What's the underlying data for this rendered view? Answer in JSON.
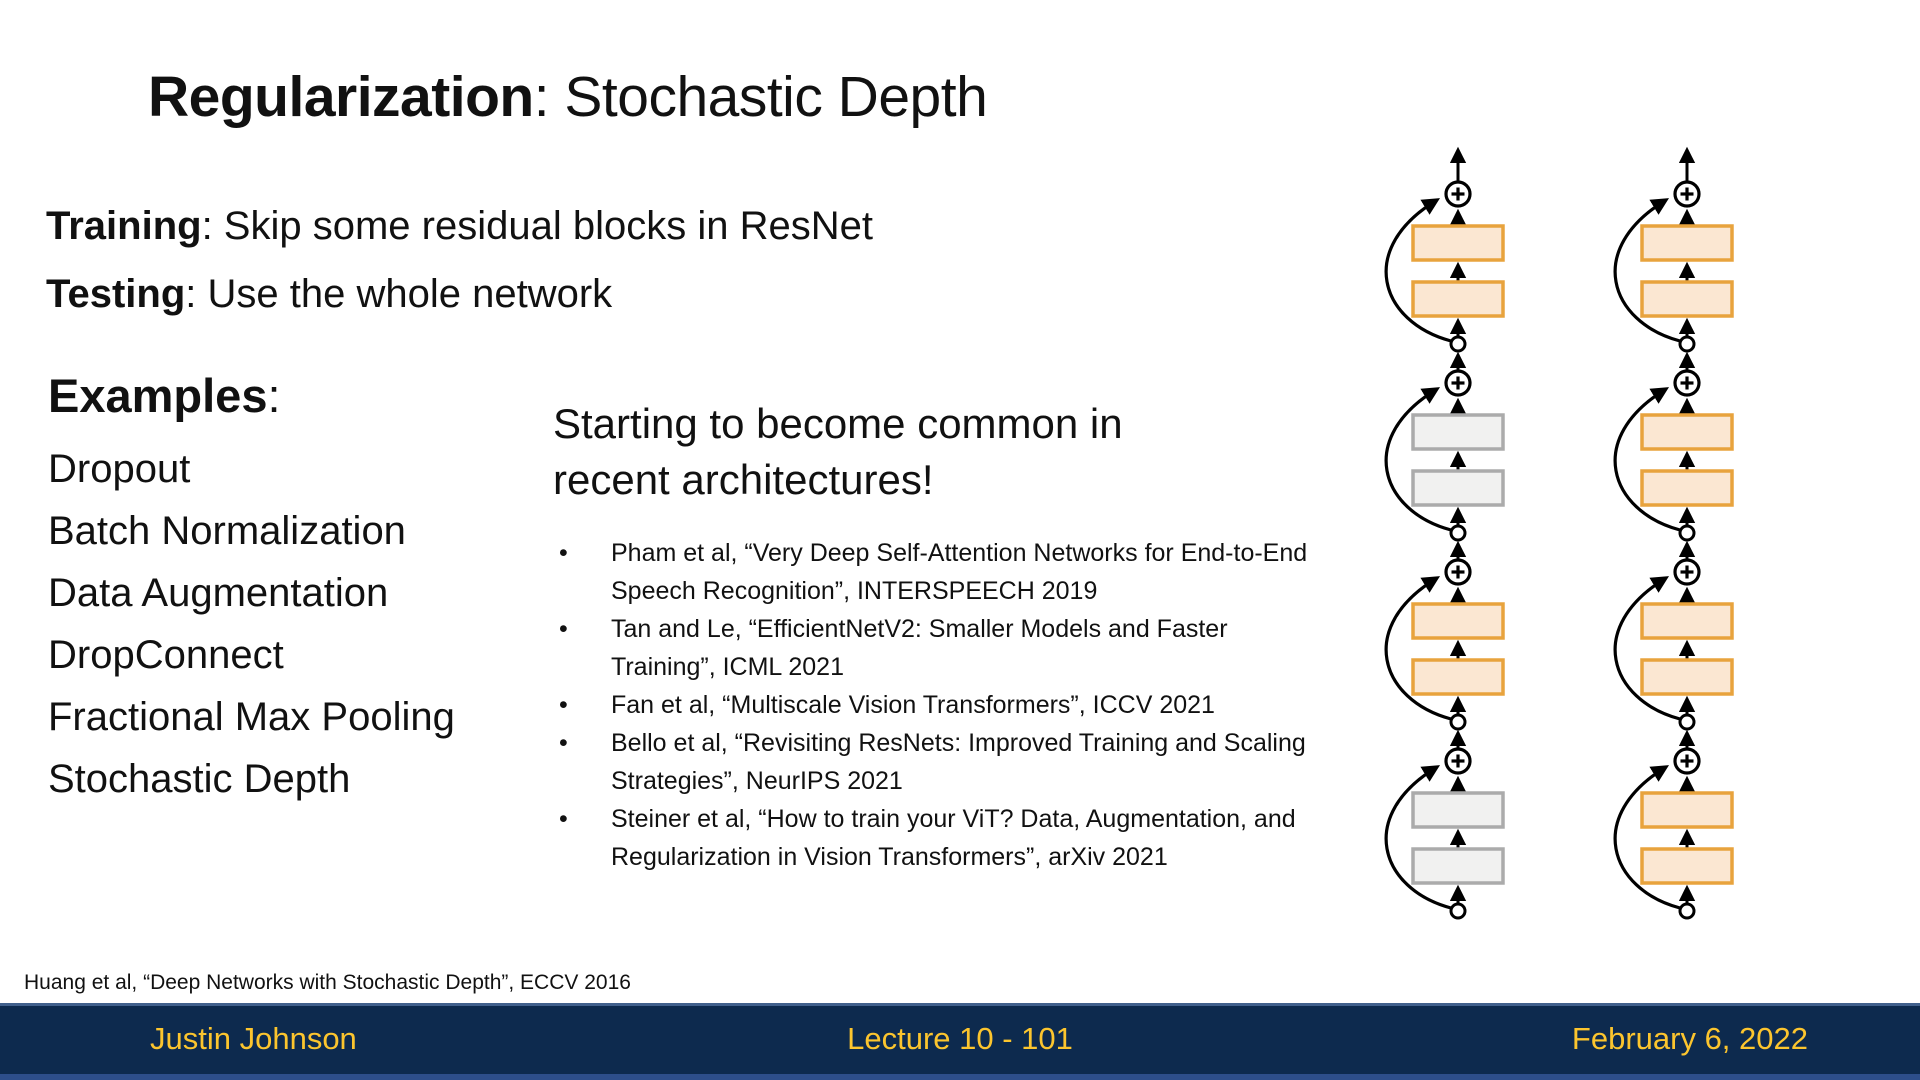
{
  "slide": {
    "title": {
      "bold": "Regularization",
      "rest": ": Stochastic Depth"
    },
    "points": [
      {
        "bold": "Training",
        "rest": ": Skip some residual blocks in ResNet"
      },
      {
        "bold": "Testing",
        "rest": ": Use the whole network"
      }
    ],
    "examples": {
      "heading_bold": "Examples",
      "heading_rest": ":",
      "items": [
        "Dropout",
        "Batch Normalization",
        "Data Augmentation",
        "DropConnect",
        "Fractional Max Pooling",
        "Stochastic Depth"
      ]
    },
    "callout": {
      "lines": [
        "Starting to become common in",
        "recent architectures!"
      ]
    },
    "citations": [
      "Pham et al, “Very Deep Self-Attention Networks for End-to-End Speech Recognition”, INTERSPEECH 2019",
      "Tan and Le, “EfficientNetV2: Smaller Models and Faster Training”, ICML 2021",
      "Fan et al, “Multiscale Vision Transformers”, ICCV 2021",
      "Bello et al, “Revisiting ResNets: Improved Training and Scaling Strategies”, NeurIPS 2021",
      "Steiner et al, “How to train your ViT? Data, Augmentation, and Regularization in Vision Transformers”, arXiv 2021"
    ],
    "footnote": "Huang et al, “Deep Networks with Stochastic Depth”, ECCV 2016"
  },
  "footer": {
    "author": "Justin Johnson",
    "lecture": "Lecture 10 - 101",
    "date": "February 6, 2022",
    "bar_color": "#0d2a4e",
    "text_color": "#fcc52e"
  },
  "diagram": {
    "plus_symbol": "+",
    "columns": [
      {
        "name": "training-stack",
        "blocks": [
          "active",
          "skipped",
          "active",
          "skipped"
        ]
      },
      {
        "name": "testing-stack",
        "blocks": [
          "active",
          "active",
          "active",
          "active"
        ]
      }
    ],
    "colors": {
      "active_fill": "#fbe7d2",
      "active_stroke": "#e8a33d",
      "skipped_fill": "#f1f1f0",
      "skipped_stroke": "#ababab",
      "line": "#000000"
    }
  }
}
